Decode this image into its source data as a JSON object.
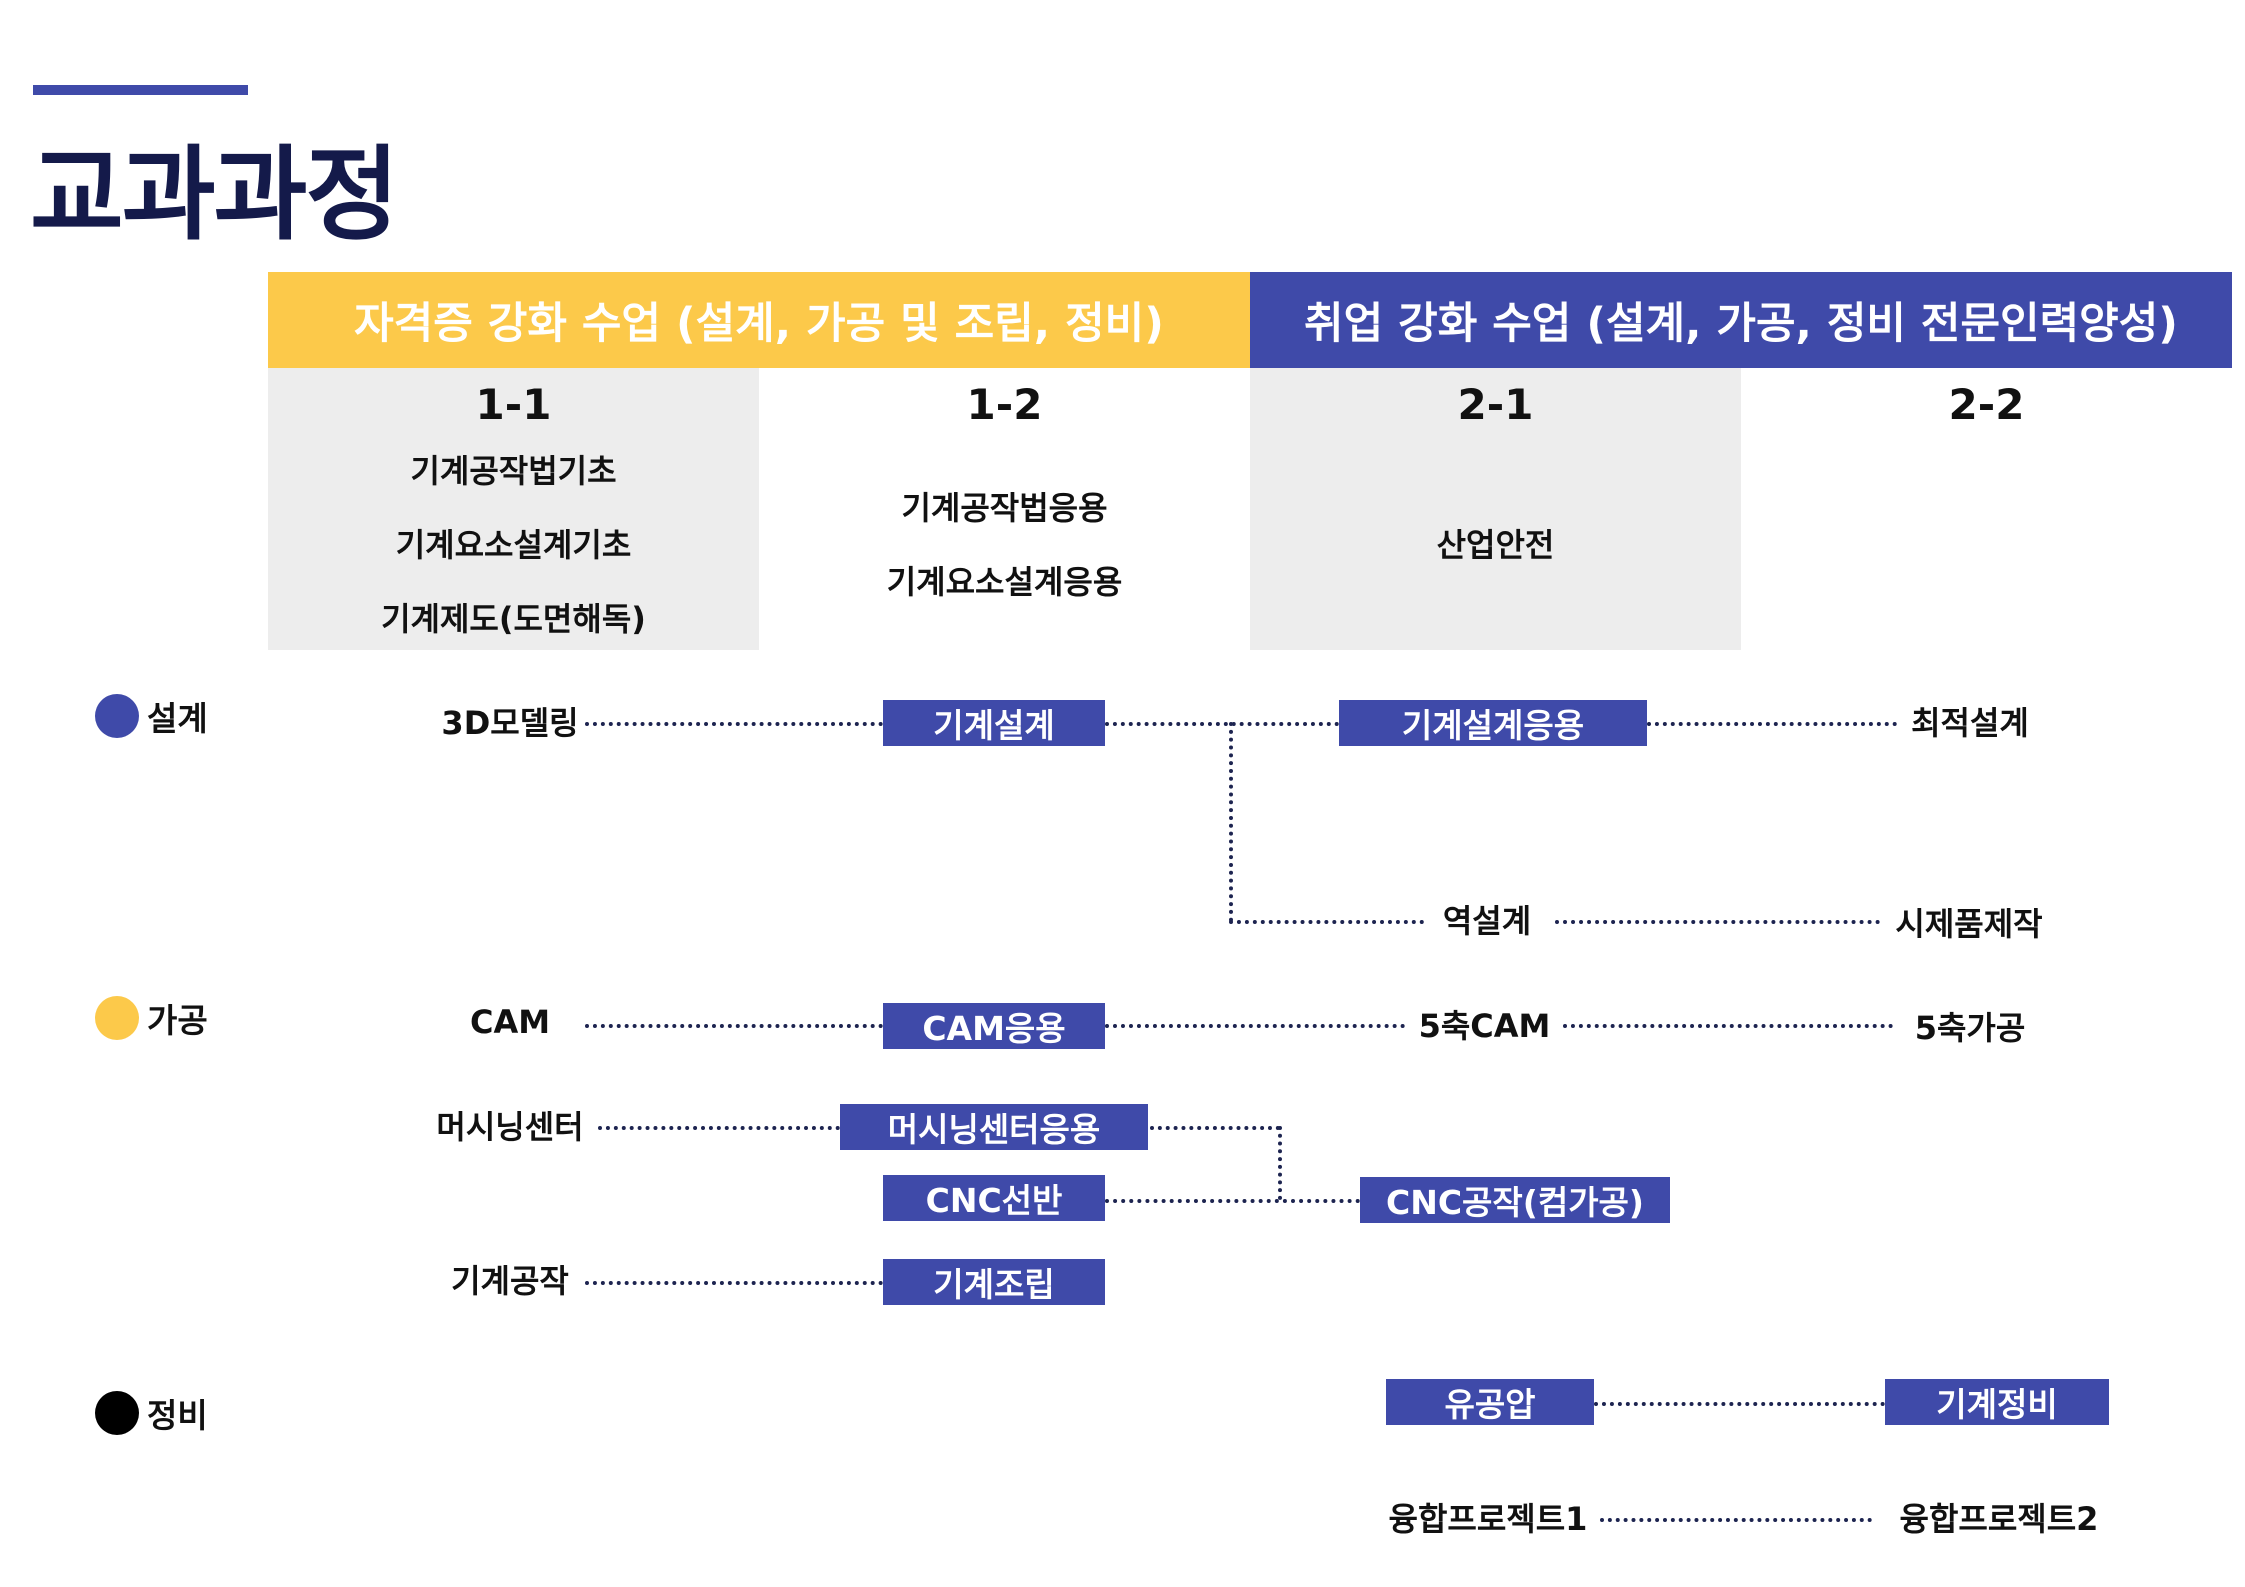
{
  "title": "교과과정",
  "accent_color": "#3f4aa9",
  "highlight_color": "#fcc94a",
  "banners": {
    "certification": "자격증 강화 수업 (설계, 가공 및 조립, 정비)",
    "employment": "취업 강화 수업 (설계, 가공, 정비 전문인력양성)"
  },
  "terms": [
    {
      "label": "1-1",
      "courses": [
        "기계공작법기초",
        "기계요소설계기초",
        "기계제도(도면해독)"
      ]
    },
    {
      "label": "1-2",
      "courses": [
        "기계공작법응용",
        "기계요소설계응용"
      ]
    },
    {
      "label": "2-1",
      "courses": [
        "산업안전"
      ]
    },
    {
      "label": "2-2",
      "courses": []
    }
  ],
  "categories": {
    "design": {
      "label": "설계",
      "color": "#3f4aa9"
    },
    "machining": {
      "label": "가공",
      "color": "#fcc94a"
    },
    "maintenance": {
      "label": "정비",
      "color": "#000000"
    }
  },
  "design_flow": {
    "modeling": "3D모델링",
    "mech_design": "기계설계",
    "mech_design_applied": "기계설계응용",
    "optimal_design": "최적설계",
    "reverse_design": "역설계",
    "prototype": "시제품제작"
  },
  "machining_flow": {
    "cam": "CAM",
    "cam_applied": "CAM응용",
    "five_axis_cam": "5축CAM",
    "five_axis_machining": "5축가공",
    "machining_center": "머시닝센터",
    "machining_center_applied": "머시닝센터응용",
    "cnc_lathe": "CNC선반",
    "cnc_work": "CNC공작(컴가공)",
    "mech_work": "기계공작",
    "mech_assembly": "기계조립"
  },
  "maintenance_flow": {
    "hydraulics": "유공압",
    "mech_maintenance": "기계정비",
    "project1": "융합프로젝트1",
    "project2": "융합프로젝트2"
  }
}
